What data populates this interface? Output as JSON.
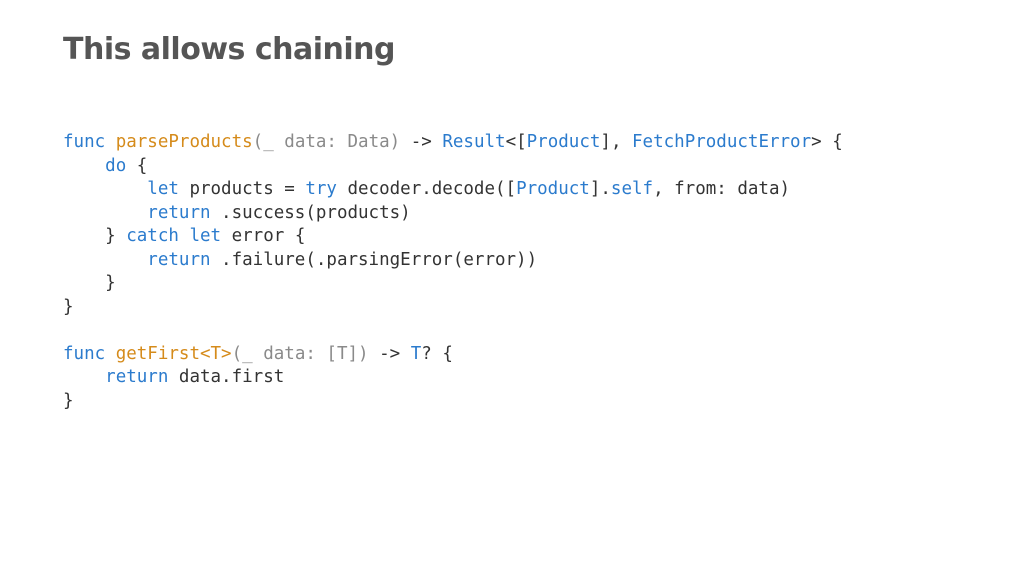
{
  "slide": {
    "title": "This allows chaining",
    "code_blocks": [
      {
        "lines": [
          [
            [
              "kw",
              "func"
            ],
            [
              "plain",
              " "
            ],
            [
              "fn",
              "parseProducts"
            ],
            [
              "muted",
              "(_ data: Data)"
            ],
            [
              "plain",
              " -> "
            ],
            [
              "kw",
              "Result"
            ],
            [
              "plain",
              "<["
            ],
            [
              "kw",
              "Product"
            ],
            [
              "plain",
              "], "
            ],
            [
              "kw",
              "FetchProductError"
            ],
            [
              "plain",
              "> {"
            ]
          ],
          [
            [
              "plain",
              "    "
            ],
            [
              "kw",
              "do"
            ],
            [
              "plain",
              " {"
            ]
          ],
          [
            [
              "plain",
              "        "
            ],
            [
              "kw",
              "let"
            ],
            [
              "plain",
              " products = "
            ],
            [
              "kw",
              "try"
            ],
            [
              "plain",
              " decoder.decode(["
            ],
            [
              "kw",
              "Product"
            ],
            [
              "plain",
              "]."
            ],
            [
              "kw",
              "self"
            ],
            [
              "plain",
              ", from: data)"
            ]
          ],
          [
            [
              "plain",
              "        "
            ],
            [
              "kw",
              "return"
            ],
            [
              "plain",
              " .success(products)"
            ]
          ],
          [
            [
              "plain",
              "    } "
            ],
            [
              "kw",
              "catch"
            ],
            [
              "plain",
              " "
            ],
            [
              "kw",
              "let"
            ],
            [
              "plain",
              " error {"
            ]
          ],
          [
            [
              "plain",
              "        "
            ],
            [
              "kw",
              "return"
            ],
            [
              "plain",
              " .failure(.parsingError(error))"
            ]
          ],
          [
            [
              "plain",
              "    }"
            ]
          ],
          [
            [
              "plain",
              "}"
            ]
          ]
        ]
      },
      {
        "lines": [
          [
            [
              "kw",
              "func"
            ],
            [
              "plain",
              " "
            ],
            [
              "fn",
              "getFirst<T>"
            ],
            [
              "muted",
              "(_ data: [T])"
            ],
            [
              "plain",
              " -> "
            ],
            [
              "kw",
              "T"
            ],
            [
              "plain",
              "? {"
            ]
          ],
          [
            [
              "plain",
              "    "
            ],
            [
              "kw",
              "return"
            ],
            [
              "plain",
              " data.first"
            ]
          ],
          [
            [
              "plain",
              "}"
            ]
          ]
        ]
      }
    ],
    "token_colors": {
      "kw": "#2b7bcd",
      "fn": "#d58b1b",
      "muted": "#8a8a8a",
      "plain": "#333333"
    }
  }
}
